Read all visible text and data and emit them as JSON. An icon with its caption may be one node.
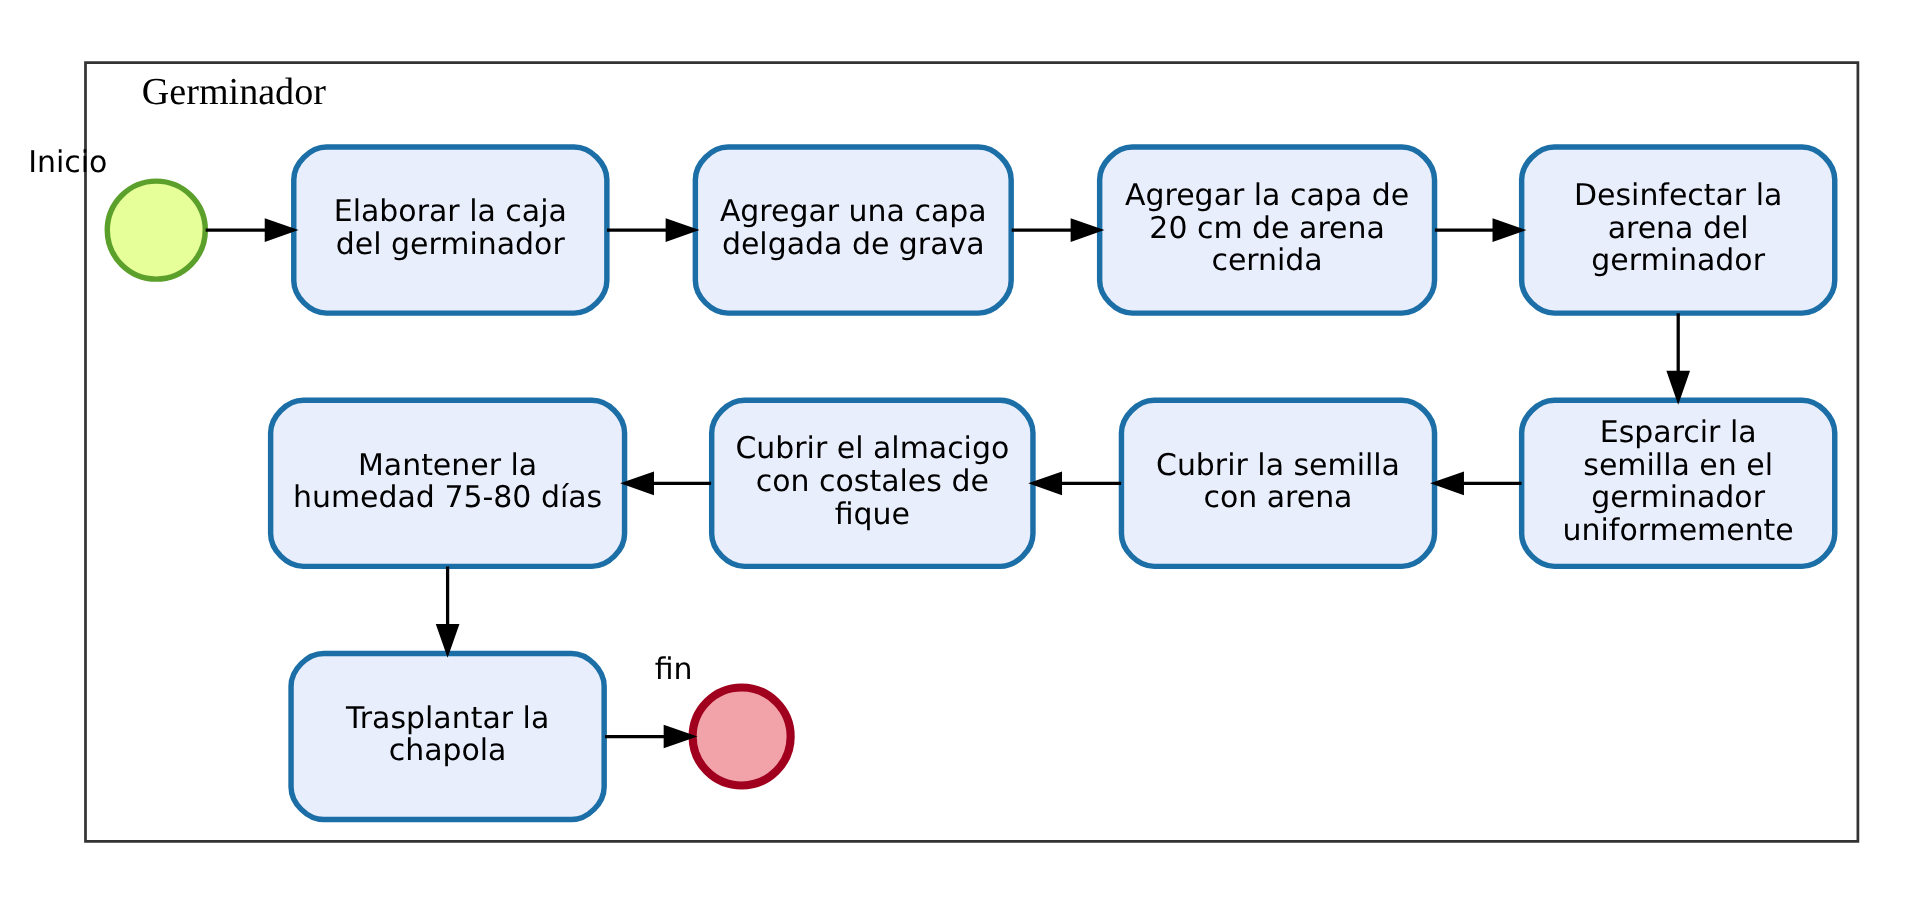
{
  "diagram": {
    "nodes": [
      {
        "text": [
          "Germinador"
        ]
      },
      {
        "text": [],
        "shape": "circle",
        "beside": [
          "Inicio"
        ],
        "in": 0
      },
      {
        "text": [
          "Elaborar la caja del germinador"
        ],
        "in": 0
      },
      {
        "text": [
          "Agregar una capa delgada de grava"
        ],
        "in": 0
      },
      {
        "text": [
          "Agregar la capa de 20 cm de arena cernida"
        ],
        "in": 0
      },
      {
        "text": [
          "Desinfectar la arena del germinador"
        ],
        "in": 0
      },
      {
        "text": [
          "Esparcir la semilla en el germinador uniformemente"
        ],
        "in": 0
      },
      {
        "text": [
          "Cubrir la semilla con arena"
        ],
        "in": 0
      },
      {
        "text": [
          "Cubrir el almacigo con costales de fique"
        ],
        "in": 0
      },
      {
        "text": [
          "Mantener la humedad 75-80 días"
        ],
        "in": 0
      },
      {
        "text": [
          "Trasplantar la chapola"
        ],
        "in": 0
      },
      {
        "text": [],
        "shape": "circle",
        "beside": [
          "fin"
        ],
        "in": 0
      }
    ],
    "edges": [
      {
        "from": 1,
        "to": 2,
        "arrow": "to"
      },
      {
        "from": 2,
        "to": 3,
        "arrow": "to"
      },
      {
        "from": 3,
        "to": 4,
        "arrow": "to"
      },
      {
        "from": 4,
        "to": 5,
        "arrow": "to"
      },
      {
        "from": 5,
        "to": 6,
        "arrow": "to"
      },
      {
        "from": 6,
        "to": 7,
        "arrow": "to"
      },
      {
        "from": 7,
        "to": 8,
        "arrow": "to"
      },
      {
        "from": 8,
        "to": 9,
        "arrow": "to"
      },
      {
        "from": 9,
        "to": 10,
        "arrow": "to"
      },
      {
        "from": 10,
        "to": 11,
        "arrow": "to"
      }
    ]
  }
}
